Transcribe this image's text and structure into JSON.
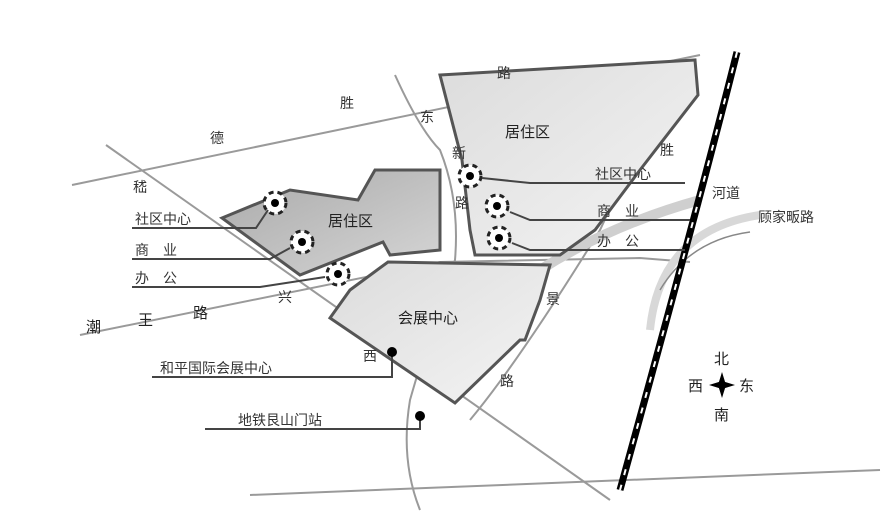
{
  "roads": {
    "desheng_1": "路",
    "desheng_2": "胜",
    "desheng_3": "德",
    "desheng_east": "东",
    "xin_1": "新",
    "xin_2": "路",
    "qi": "嵇",
    "xing": "兴",
    "chaowang": [
      "潮",
      "王",
      "路"
    ],
    "xi": "西",
    "xi_lu": "路",
    "jing": "景",
    "sheng_right": "胜",
    "river": "河道",
    "gujiafan": "顾家畈路"
  },
  "zones": {
    "residential_west": "居住区",
    "residential_east": "居住区",
    "expo": "会展中心"
  },
  "legend_west": [
    "社区中心",
    "商　业",
    "办　公"
  ],
  "legend_east": [
    "社区中心",
    "商　业",
    "办　公"
  ],
  "landmarks": {
    "expo_center": "和平国际会展中心",
    "metro": "地铁艮山门站"
  },
  "compass": {
    "north": "北",
    "south": "南",
    "east": "东",
    "west": "西"
  }
}
